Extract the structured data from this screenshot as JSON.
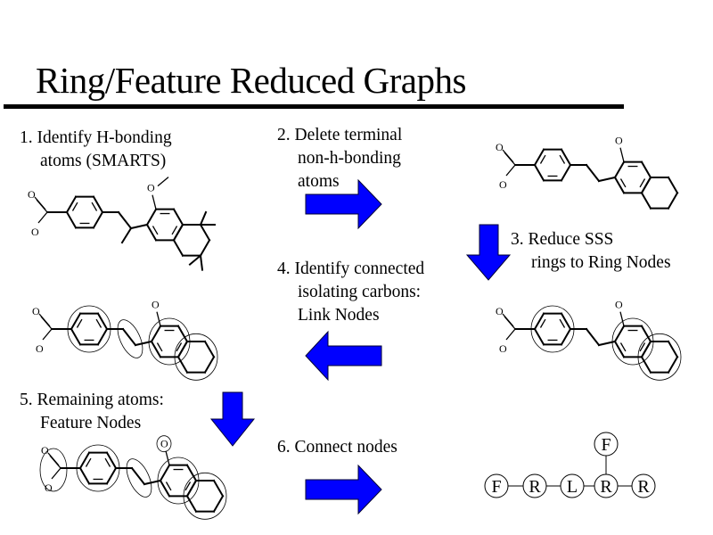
{
  "slide": {
    "title": "Ring/Feature Reduced Graphs",
    "arrow_color": "#0000ff"
  },
  "steps": [
    {
      "number": "1.",
      "line1": "1. Identify H-bonding",
      "line2": "atoms (SMARTS)"
    },
    {
      "number": "2.",
      "line1": "2. Delete terminal",
      "line2": "non-h-bonding",
      "line3": "atoms"
    },
    {
      "number": "3.",
      "line1": "3. Reduce SSS",
      "line2": "rings to Ring Nodes"
    },
    {
      "number": "4.",
      "line1": "4. Identify connected",
      "line2": "isolating carbons:",
      "line3": "Link Nodes"
    },
    {
      "number": "5.",
      "line1": "5. Remaining atoms:",
      "line2": "Feature Nodes"
    },
    {
      "number": "6.",
      "line1": "6. Connect nodes"
    }
  ],
  "arrows": [
    {
      "name": "arrow-step2",
      "direction": "right"
    },
    {
      "name": "arrow-step3",
      "direction": "down"
    },
    {
      "name": "arrow-step4",
      "direction": "left"
    },
    {
      "name": "arrow-step5",
      "direction": "down"
    },
    {
      "name": "arrow-step6",
      "direction": "right"
    }
  ],
  "molecules": {
    "atom_label": "O",
    "structures": [
      {
        "name": "molecule-original",
        "description": "full molecule with methyl groups"
      },
      {
        "name": "molecule-pruned",
        "description": "terminal atoms deleted"
      },
      {
        "name": "molecule-ring-nodes",
        "description": "rings circled"
      },
      {
        "name": "molecule-link-nodes",
        "description": "rings and linker circled"
      },
      {
        "name": "molecule-feature-nodes",
        "description": "rings, linker and features circled"
      }
    ]
  },
  "reduced_graph": {
    "nodes": [
      {
        "id": "n1",
        "label": "F"
      },
      {
        "id": "n2",
        "label": "R"
      },
      {
        "id": "n3",
        "label": "L"
      },
      {
        "id": "n4",
        "label": "R"
      },
      {
        "id": "n5",
        "label": "R"
      },
      {
        "id": "n6",
        "label": "F"
      }
    ],
    "edges": [
      [
        "n1",
        "n2"
      ],
      [
        "n2",
        "n3"
      ],
      [
        "n3",
        "n4"
      ],
      [
        "n4",
        "n5"
      ],
      [
        "n4",
        "n6"
      ]
    ]
  }
}
